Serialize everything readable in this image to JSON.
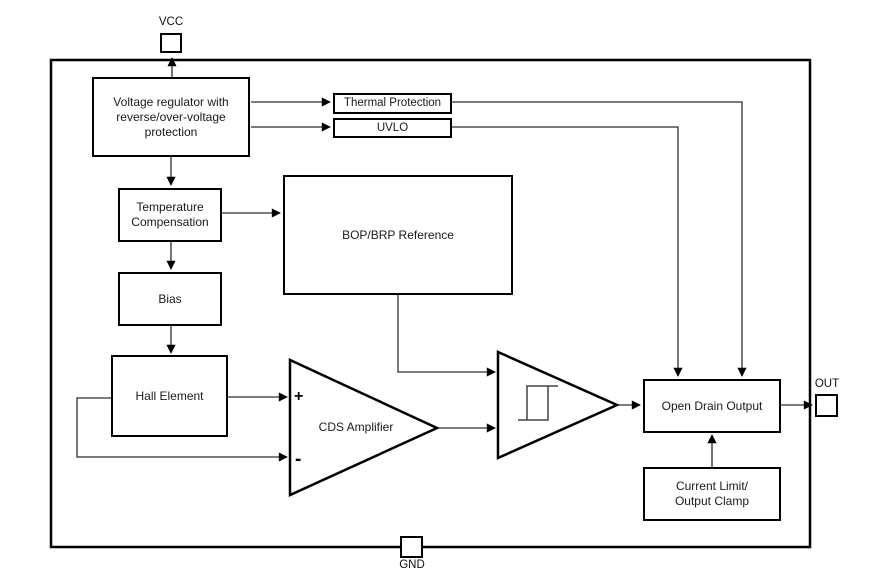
{
  "diagram": {
    "pins": {
      "vcc": "VCC",
      "out": "OUT",
      "gnd": "GND"
    },
    "blocks": {
      "voltage_regulator": "Voltage regulator with reverse/over-voltage protection",
      "thermal_protection": "Thermal Protection",
      "uvlo": "UVLO",
      "temperature_compensation": "Temperature Compensation",
      "bop_brp_reference": "BOP/BRP Reference",
      "bias": "Bias",
      "hall_element": "Hall Element",
      "cds_amplifier": "CDS Amplifier",
      "open_drain_output": "Open Drain Output",
      "current_limit_line1": "Current Limit/",
      "current_limit_line2": "Output Clamp"
    },
    "amplifier_inputs": {
      "plus": "+",
      "minus": "-"
    },
    "colors": {
      "border": "#000000",
      "wire": "#2e2e2e",
      "background": "#ffffff",
      "text": "#1a1a1a"
    }
  }
}
